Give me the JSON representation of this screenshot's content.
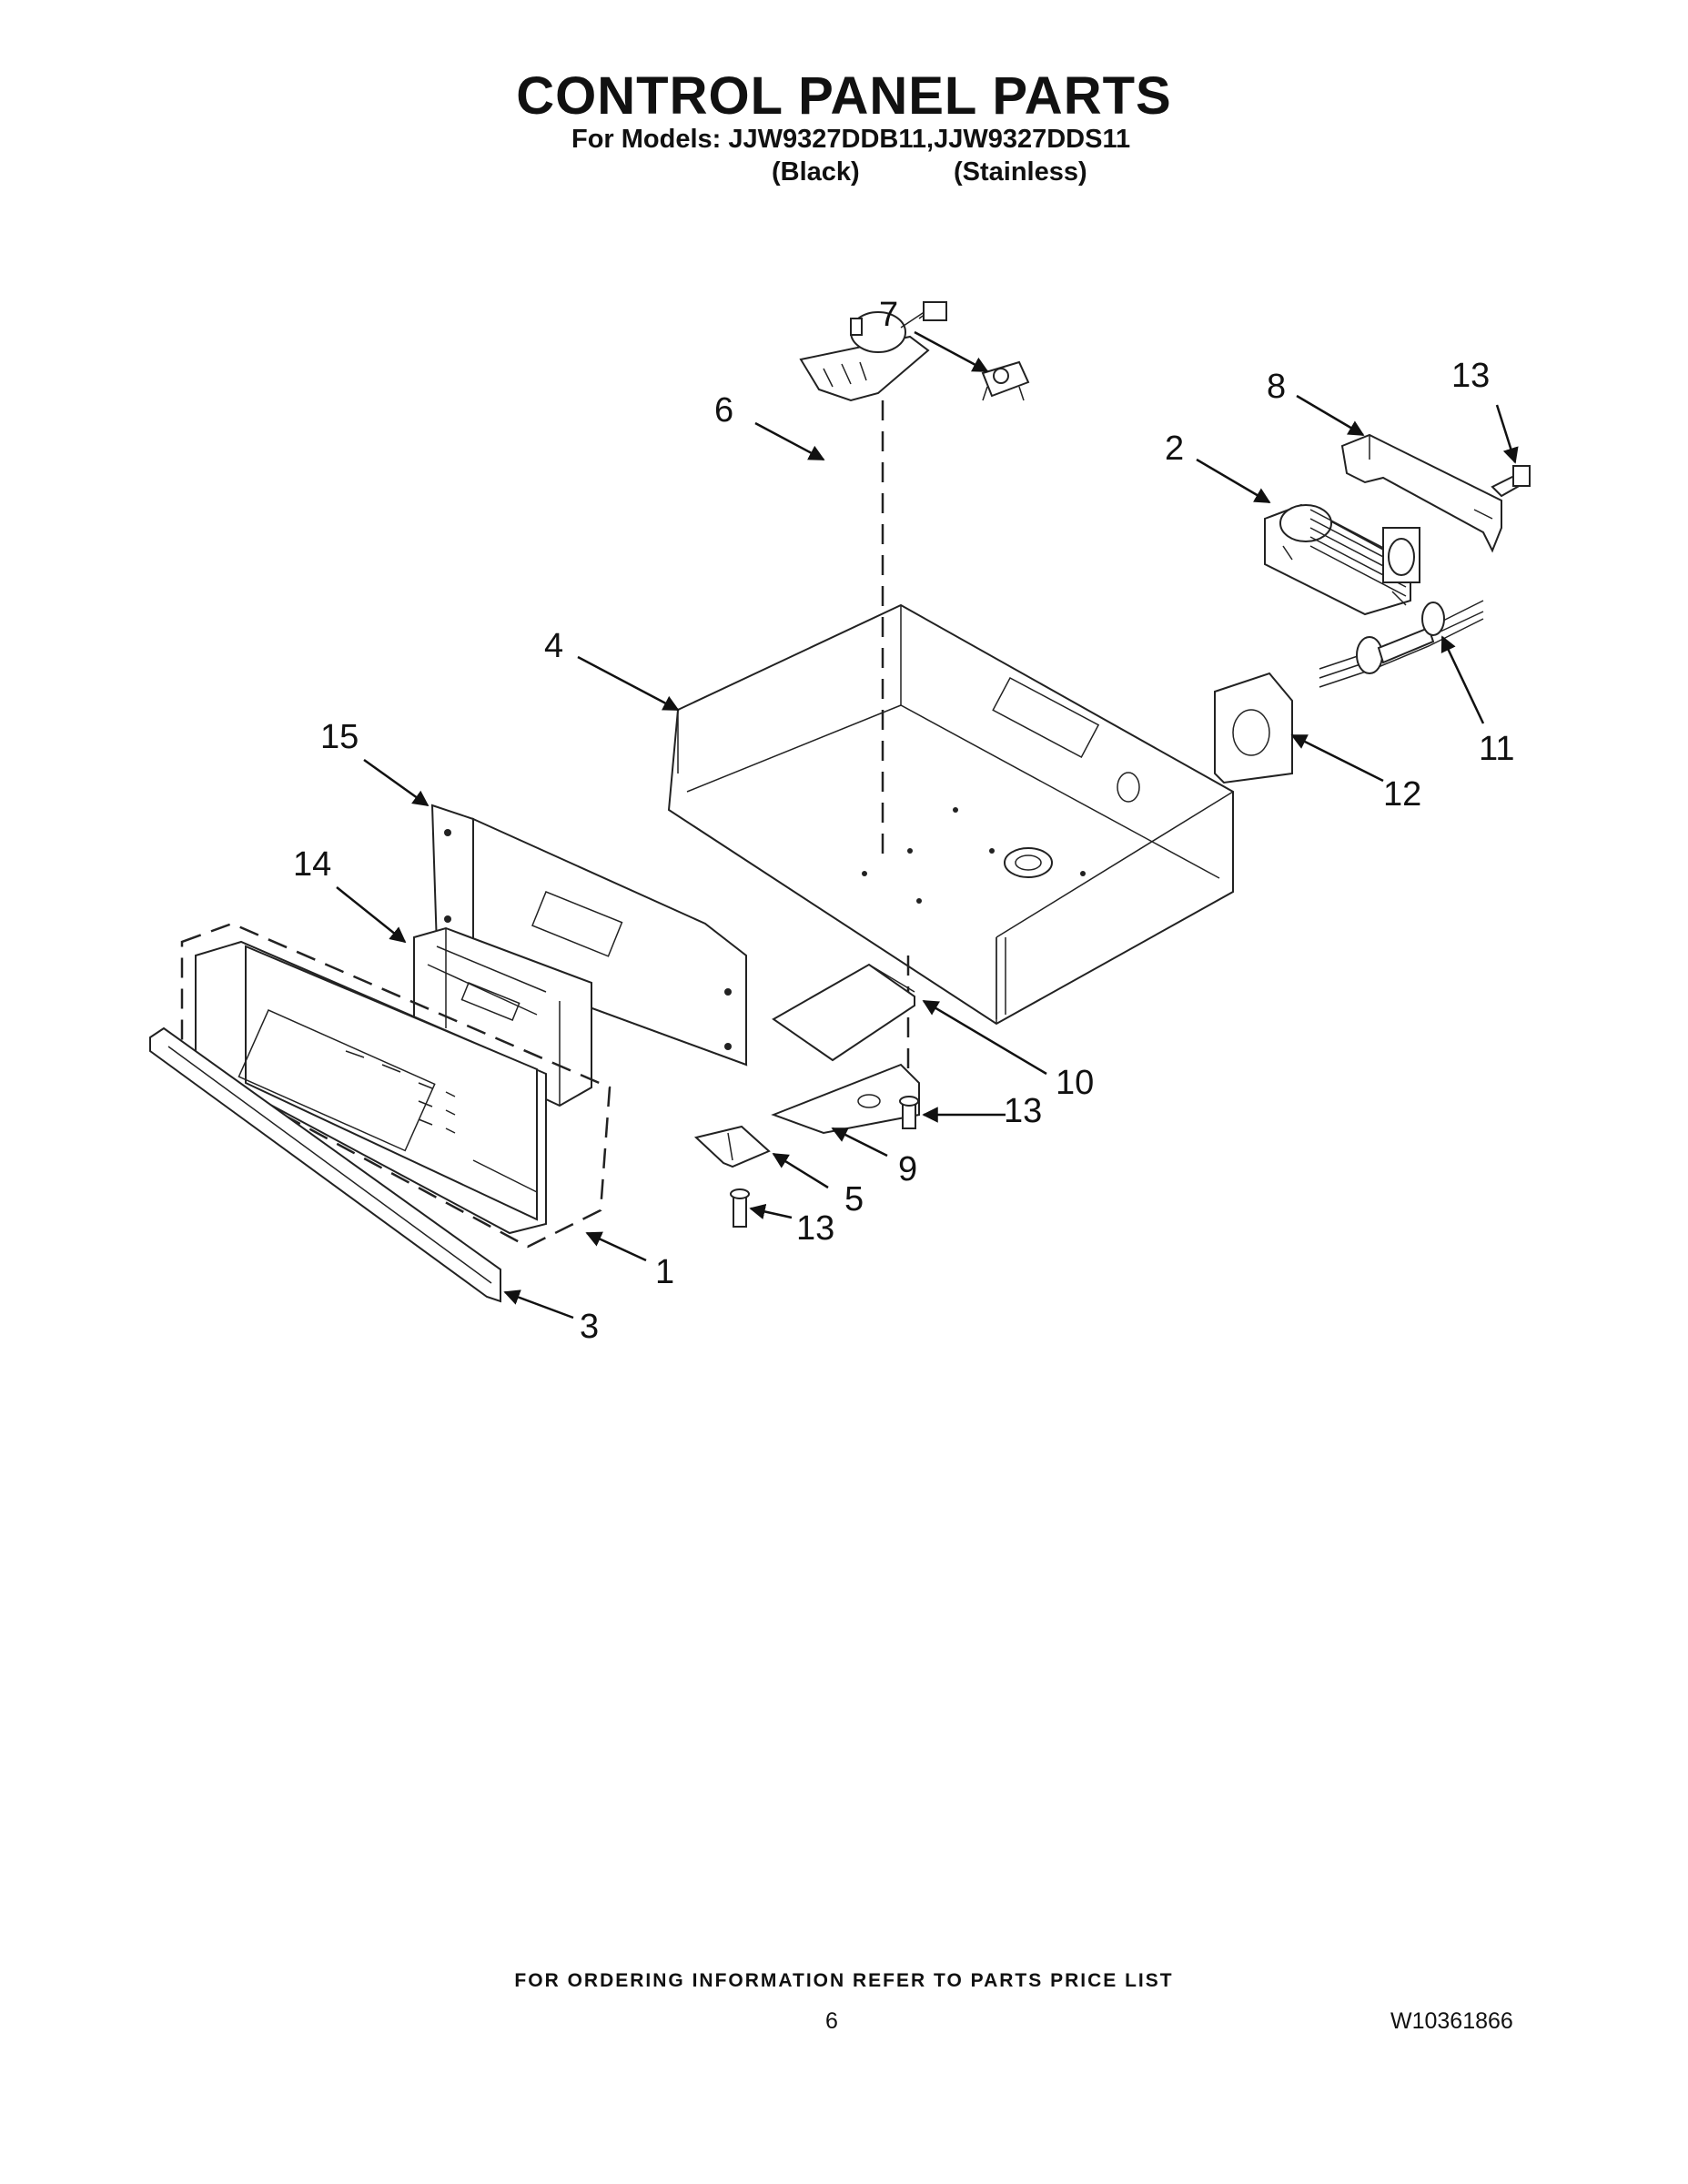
{
  "header": {
    "title": "CONTROL PANEL PARTS",
    "models": "For Models: JJW9327DDB11,JJW9327DDS11",
    "variant_black": "(Black)",
    "variant_stainless": "(Stainless)"
  },
  "callouts": {
    "c1": "1",
    "c2": "2",
    "c3": "3",
    "c4": "4",
    "c5": "5",
    "c6": "6",
    "c7": "7",
    "c8": "8",
    "c9": "9",
    "c10": "10",
    "c11": "11",
    "c12": "12",
    "c13a": "13",
    "c13b": "13",
    "c13c": "13",
    "c14": "14",
    "c15": "15"
  },
  "footer": {
    "note": "FOR ORDERING INFORMATION REFER TO PARTS PRICE LIST",
    "page_number": "6",
    "doc_number": "W10361866"
  }
}
